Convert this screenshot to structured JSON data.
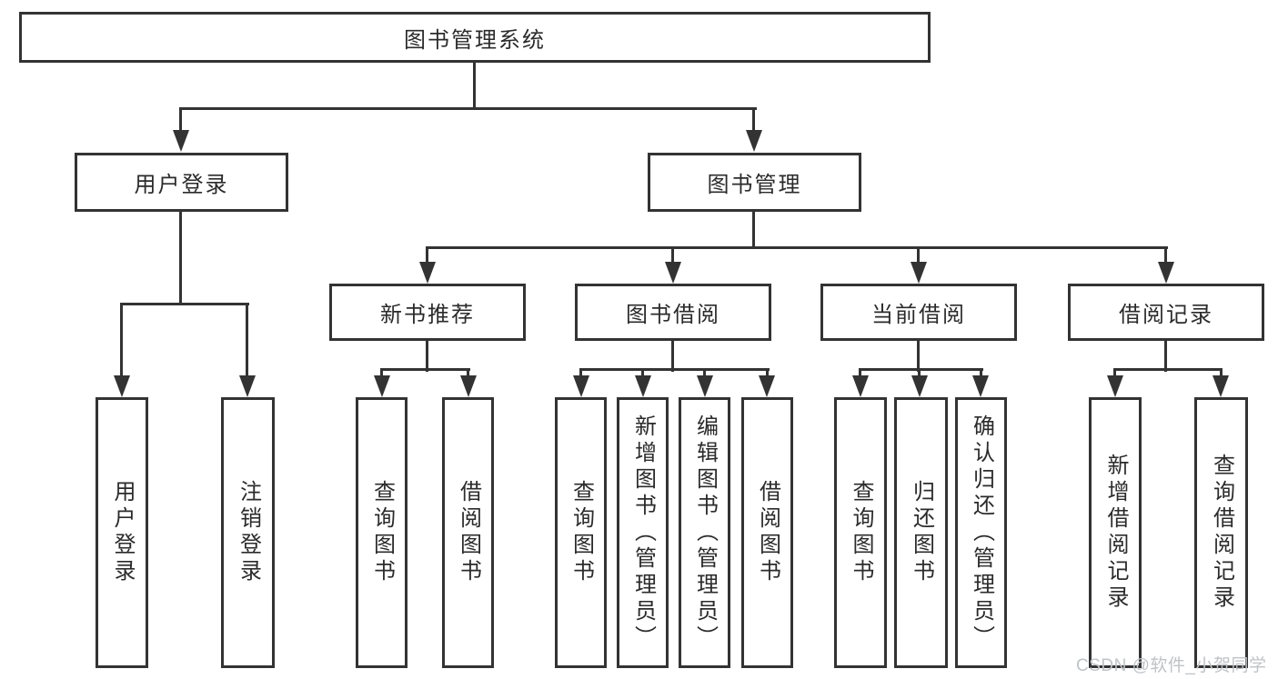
{
  "diagram": {
    "root": {
      "label": "图书管理系统"
    },
    "level2": [
      {
        "label": "用户登录"
      },
      {
        "label": "图书管理"
      }
    ],
    "level3": [
      {
        "label": "新书推荐"
      },
      {
        "label": "图书借阅"
      },
      {
        "label": "当前借阅"
      },
      {
        "label": "借阅记录"
      }
    ],
    "leaves": {
      "login": [
        "用户登录",
        "注销登录"
      ],
      "recommend": [
        "查询图书",
        "借阅图书"
      ],
      "borrow": [
        "查询图书",
        "新增图书（管理员）",
        "编辑图书（管理员）",
        "借阅图书"
      ],
      "current": [
        "查询图书",
        "归还图书",
        "确认归还（管理员）"
      ],
      "records": [
        "新增借阅记录",
        "查询借阅记录"
      ]
    }
  },
  "watermark": {
    "text": "CSDN @软件_小贺同学"
  },
  "colors": {
    "line": "#333333",
    "border": "#333333",
    "background": "#ffffff",
    "text": "#2b2b2b",
    "watermark": "#bfc3c6"
  }
}
